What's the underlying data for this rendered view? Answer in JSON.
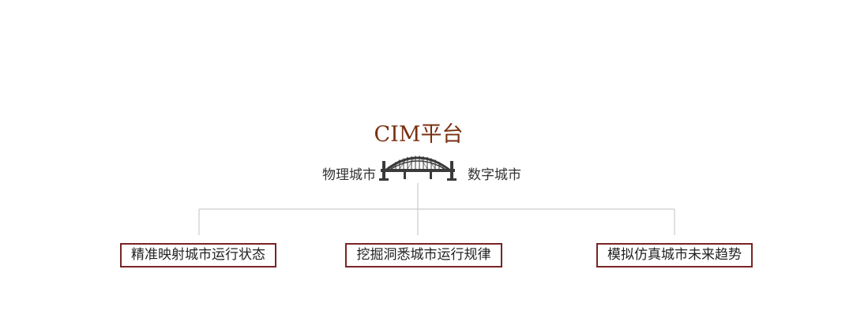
{
  "title": "CIM平台",
  "left_label": "物理城市",
  "right_label": "数字城市",
  "outputs": [
    "精准映射城市运行状态",
    "挖掘洞悉城市运行规律",
    "模拟仿真城市未来趋势"
  ],
  "colors": {
    "title": "#7a3010",
    "box_border": "#7a2424",
    "connector": "#cccccc",
    "bridge": "#3a3a3a"
  },
  "icons": [
    "bridge-icon"
  ]
}
